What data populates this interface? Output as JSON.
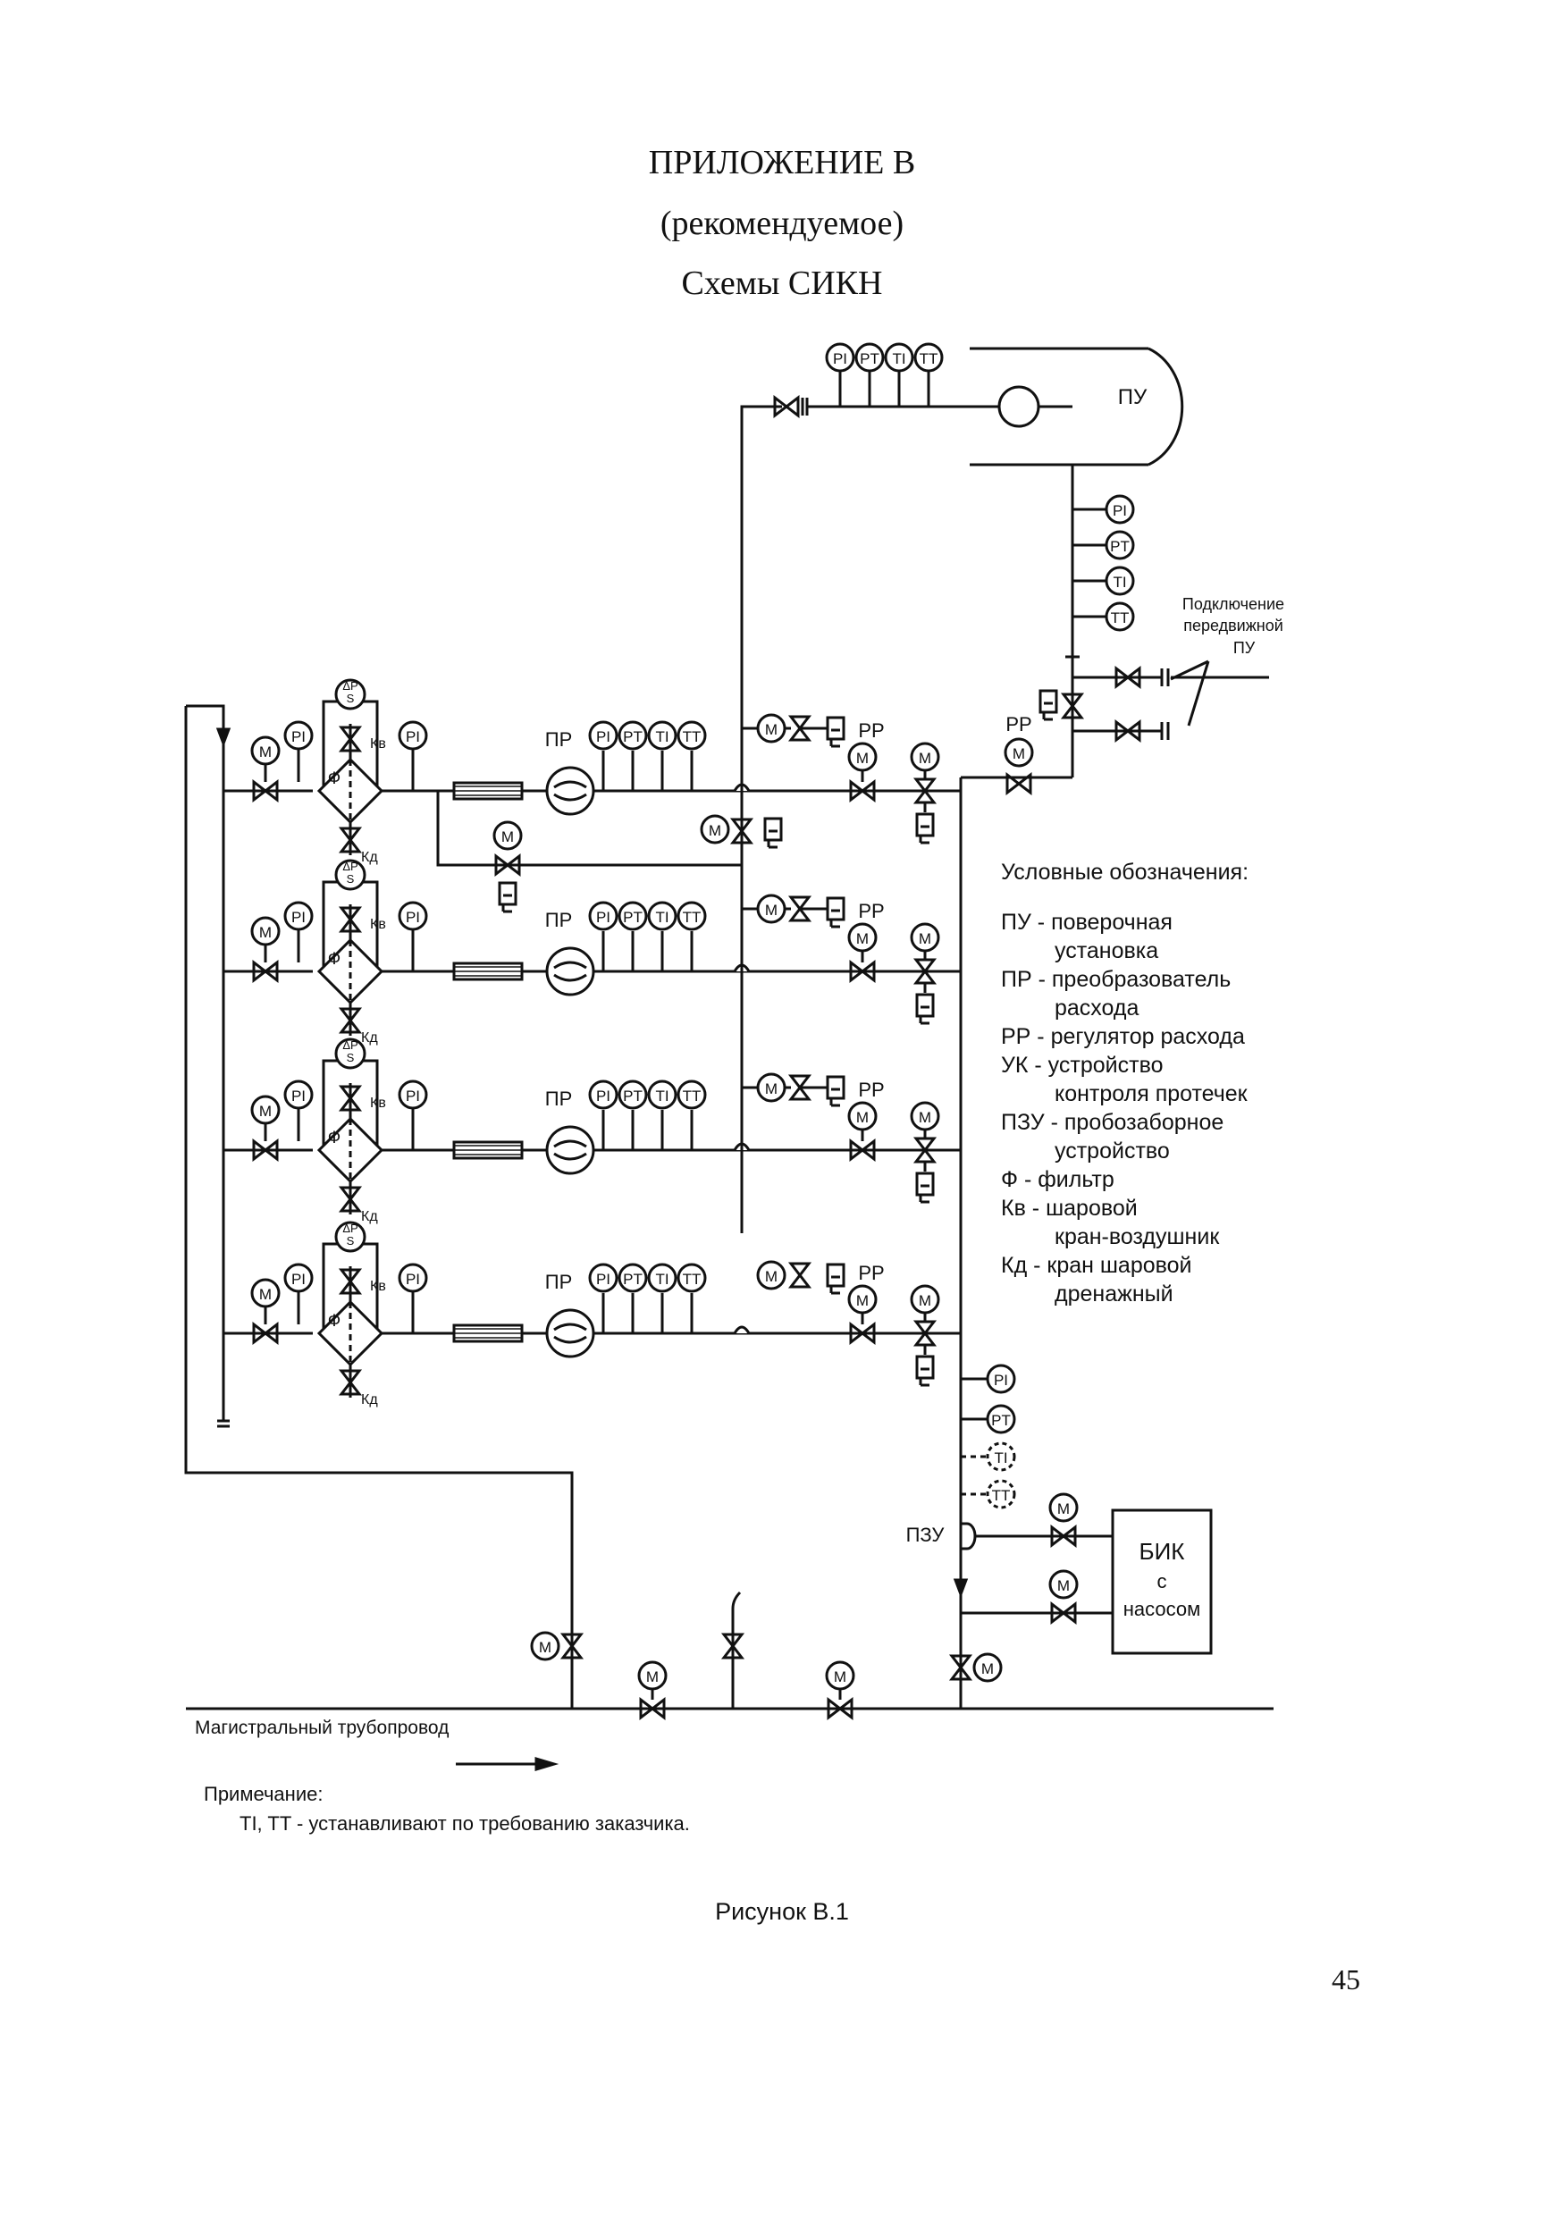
{
  "header": {
    "appendix": "ПРИЛОЖЕНИЕ В",
    "status": "(рекомендуемое)",
    "title": "Схемы СИКН"
  },
  "labels": {
    "pu": "ПУ",
    "pr": "ПР",
    "rr": "РР",
    "pzu": "ПЗУ",
    "bik_1": "БИК",
    "bik_2": "с",
    "bik_3": "насосом",
    "mobile_pu_1": "Подключение",
    "mobile_pu_2": "передвижной",
    "mobile_pu_3": "ПУ",
    "main_pipeline": "Магистральный трубопровод",
    "filter": "Ф",
    "air_valve": "Кв",
    "drain_valve": "Кд",
    "dp_top": "ΔP",
    "dp_bottom": "S"
  },
  "instruments": {
    "pi": "PI",
    "pt": "PT",
    "ti": "TI",
    "tt": "TT",
    "motor": "M"
  },
  "legend": {
    "title": "Условные обозначения:",
    "items": [
      {
        "code": "ПУ",
        "line1": "поверочная",
        "line2": "установка"
      },
      {
        "code": "ПР",
        "line1": "преобразователь",
        "line2": "расхода"
      },
      {
        "code": "РР",
        "line1": "регулятор расхода",
        "line2": ""
      },
      {
        "code": "УК",
        "line1": "устройство",
        "line2": "контроля протечек"
      },
      {
        "code": "ПЗУ",
        "line1": "пробозаборное",
        "line2": "устройство"
      },
      {
        "code": "Ф",
        "line1": "фильтр",
        "line2": ""
      },
      {
        "code": "Кв",
        "line1": "шаровой",
        "line2": "кран-воздушник"
      },
      {
        "code": "Кд",
        "line1": "кран шаровой",
        "line2": "дренажный"
      }
    ]
  },
  "note": {
    "title": "Примечание:",
    "text": "TI, TT - устанавливают по требованию заказчика."
  },
  "caption": "Рисунок В.1",
  "page_number": "45"
}
